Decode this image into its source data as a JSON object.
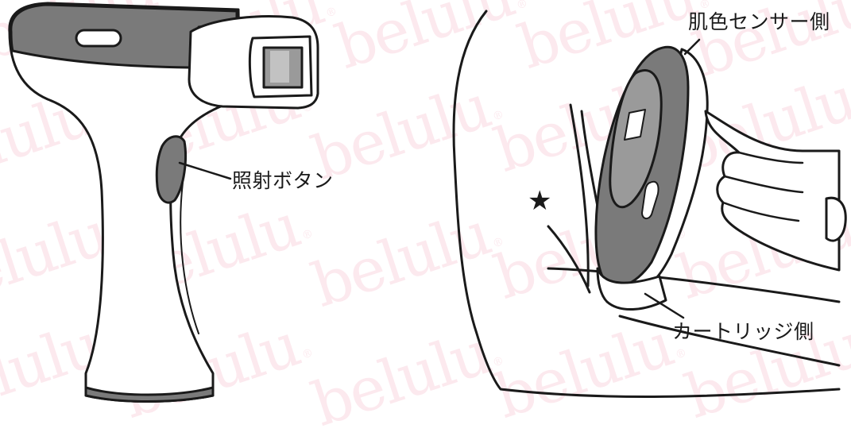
{
  "watermark": {
    "text": "belulu",
    "mark": "®",
    "color": "#ec7896"
  },
  "labels": {
    "fire_button": "照射ボタン",
    "skin_sensor_side": "肌色センサー側",
    "cartridge_side": "カートリッジ側"
  },
  "marker": {
    "symbol": "★"
  },
  "colors": {
    "outline": "#1a1a1a",
    "body_fill": "#ffffff",
    "panel_gray": "#7a7a7a",
    "window_gray": "#9a9a9a"
  }
}
